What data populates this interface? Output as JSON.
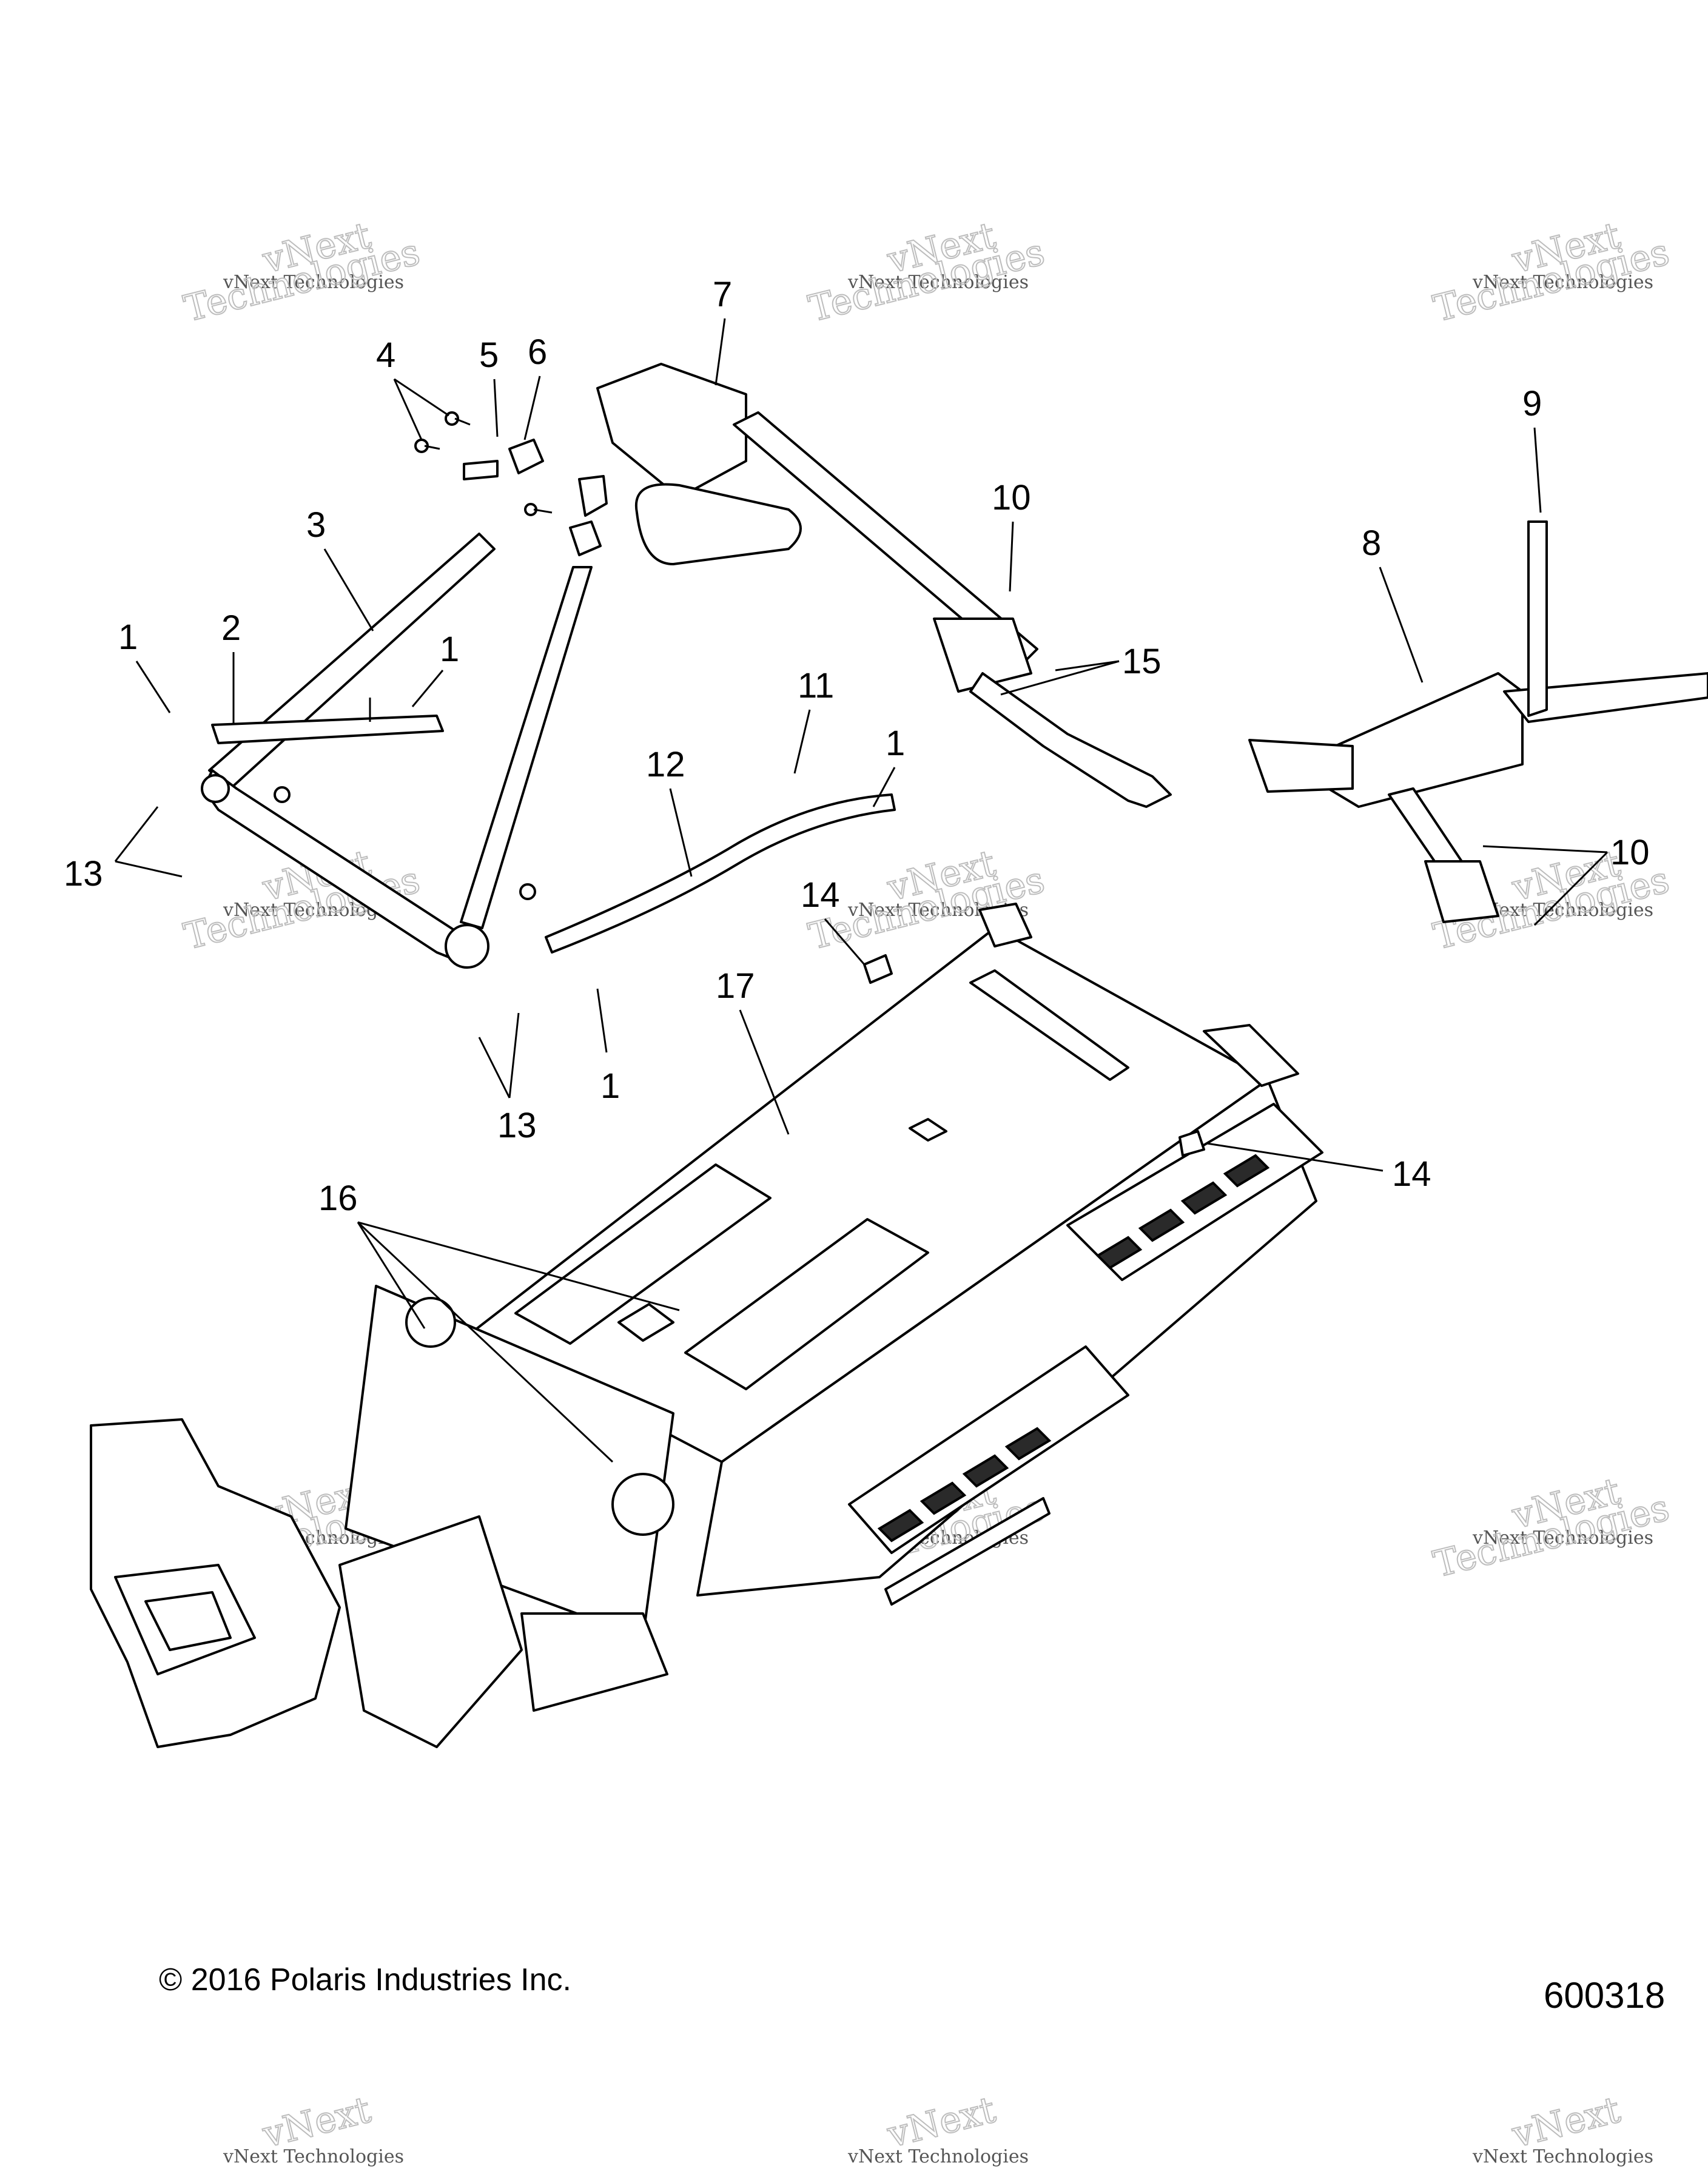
{
  "footer": {
    "copyright": "© 2016 Polaris Industries Inc.",
    "figure_number": "600318"
  },
  "watermark": {
    "line1": "vNext Technologies",
    "line2": "vNext",
    "line3": "Technologies"
  },
  "callouts": [
    "1",
    "2",
    "3",
    "4",
    "5",
    "6",
    "7",
    "8",
    "9",
    "10",
    "11",
    "12",
    "13",
    "14",
    "15",
    "16",
    "17"
  ]
}
